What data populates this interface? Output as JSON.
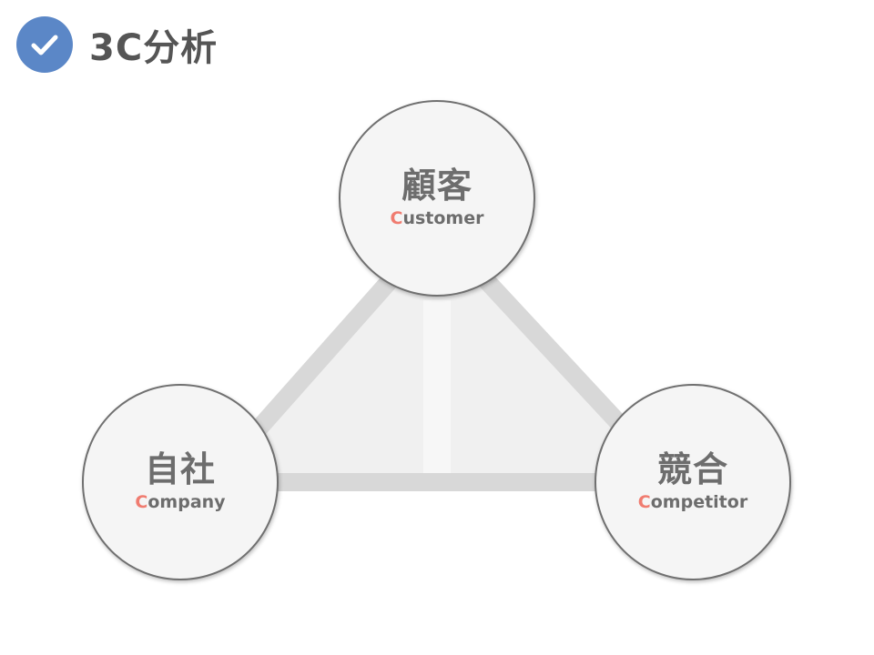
{
  "header": {
    "title": "3C分析",
    "icon": "check-circle-icon"
  },
  "colors": {
    "accent_blue": "#5b87c7",
    "accent_red": "#f07c70",
    "text_gray": "#6d6d6d",
    "triangle_stroke": "#d8d8d8",
    "triangle_fill": "#f0f0f0"
  },
  "nodes": {
    "customer": {
      "title": "顧客",
      "sub_initial": "C",
      "sub_rest": "ustomer"
    },
    "company": {
      "title": "自社",
      "sub_initial": "C",
      "sub_rest": "ompany"
    },
    "competitor": {
      "title": "競合",
      "sub_initial": "C",
      "sub_rest": "ompetitor"
    }
  }
}
